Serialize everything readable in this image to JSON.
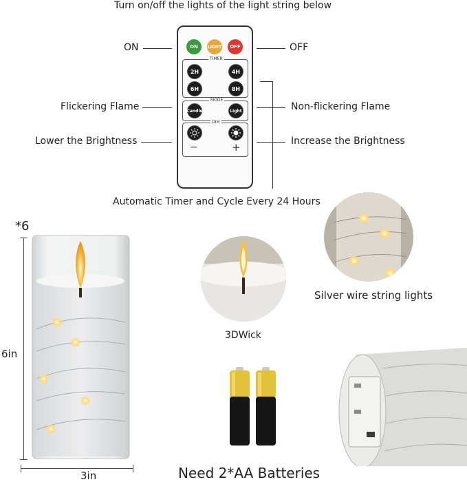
{
  "header": {
    "caption": "Turn on/off the lights of the light string below"
  },
  "remote": {
    "on": "ON",
    "light": "LIGHT",
    "off": "OFF",
    "timer_title": "TIMER",
    "t2": "2H",
    "t4": "4H",
    "t6": "6H",
    "t8": "8H",
    "mode_title": "MODE",
    "candle": "Candle",
    "light_mode": "Light",
    "dim_title": "DIM",
    "minus": "−",
    "plus": "+"
  },
  "callouts": {
    "on": "ON",
    "off": "OFF",
    "flicker": "Flickering Flame",
    "nonflicker": "Non-flickering Flame",
    "lower": "Lower the Brightness",
    "increase": "Increase the Brightness",
    "timer": "Automatic Timer and Cycle Every 24 Hours"
  },
  "product": {
    "quantity": "*6",
    "height": "6in",
    "width": "3in",
    "wick": "3DWick",
    "string_lights": "Silver wire string lights",
    "batteries": "Need 2*AA Batteries"
  },
  "colors": {
    "on": "#3c9a3c",
    "light": "#e9a93a",
    "off": "#d93a32"
  }
}
